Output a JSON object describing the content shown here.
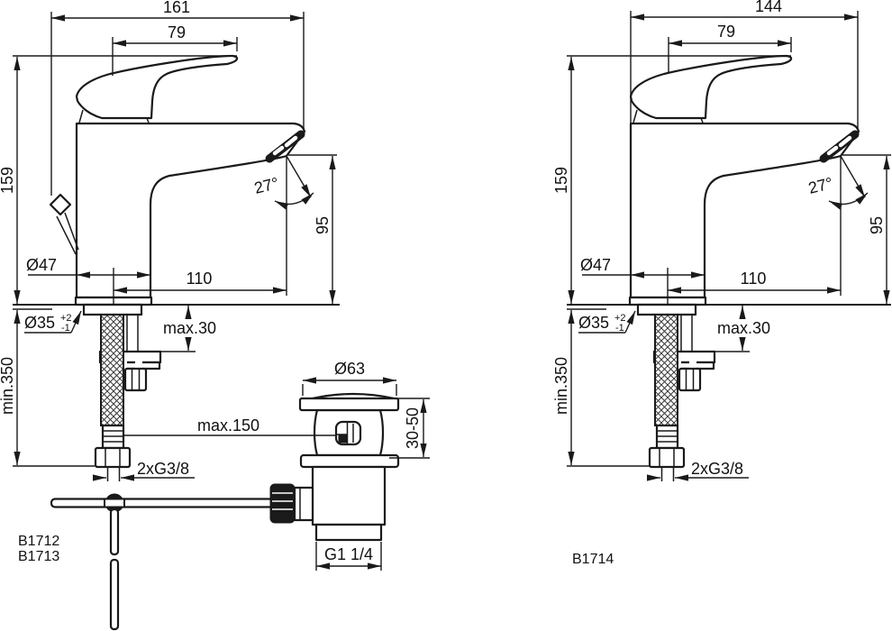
{
  "page": {
    "background": "#ffffff",
    "line_color": "#1a1a1a"
  },
  "left_drawing": {
    "model_labels": {
      "line1": "B1712",
      "line2": "B1713"
    },
    "dims": {
      "overall_width": "161",
      "handle_length": "79",
      "total_height": "159",
      "spout_angle": "27°",
      "outlet_height": "95",
      "body_diameter": "Ø47",
      "spout_reach": "110",
      "hole_diameter": "Ø35",
      "hole_tol_plus": "+2",
      "hole_tol_minus": "-1",
      "deck_thickness": "max.30",
      "hose_length": "min.350",
      "rod_length": "max.150",
      "supply_connection": "2xG3/8"
    },
    "drain": {
      "flange_diameter": "Ø63",
      "height_range": "30-50",
      "outlet_thread": "G1 1/4"
    }
  },
  "right_drawing": {
    "model_label": "B1714",
    "dims": {
      "overall_width": "144",
      "handle_length": "79",
      "total_height": "159",
      "spout_angle": "27°",
      "outlet_height": "95",
      "body_diameter": "Ø47",
      "spout_reach": "110",
      "hole_diameter": "Ø35",
      "hole_tol_plus": "+2",
      "hole_tol_minus": "-1",
      "deck_thickness": "max.30",
      "hose_length": "min.350",
      "supply_connection": "2xG3/8"
    }
  }
}
